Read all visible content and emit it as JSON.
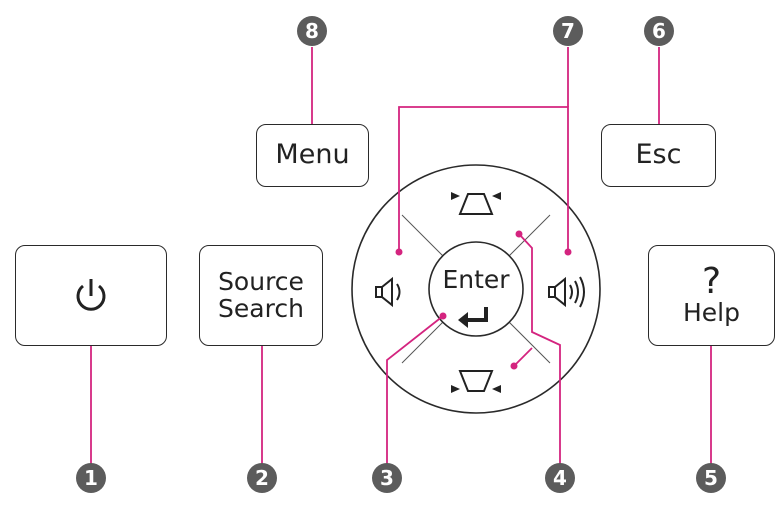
{
  "colors": {
    "callout": "#d4247f",
    "outline": "#2a2a2a",
    "badge": "#5c5c5c"
  },
  "buttons": {
    "power": {
      "icon": "power-icon"
    },
    "source_search": {
      "line1": "Source",
      "line2": "Search"
    },
    "menu": {
      "label": "Menu"
    },
    "esc": {
      "label": "Esc"
    },
    "help": {
      "symbol": "?",
      "label": "Help"
    },
    "enter": {
      "label": "Enter",
      "icon": "return-arrow-icon"
    },
    "keystone_up": {
      "icon": "keystone-up-icon"
    },
    "keystone_down": {
      "icon": "keystone-down-icon"
    },
    "volume_down": {
      "icon": "volume-down-icon"
    },
    "volume_up": {
      "icon": "volume-up-icon"
    }
  },
  "callouts": [
    "1",
    "2",
    "3",
    "4",
    "5",
    "6",
    "7",
    "8"
  ]
}
